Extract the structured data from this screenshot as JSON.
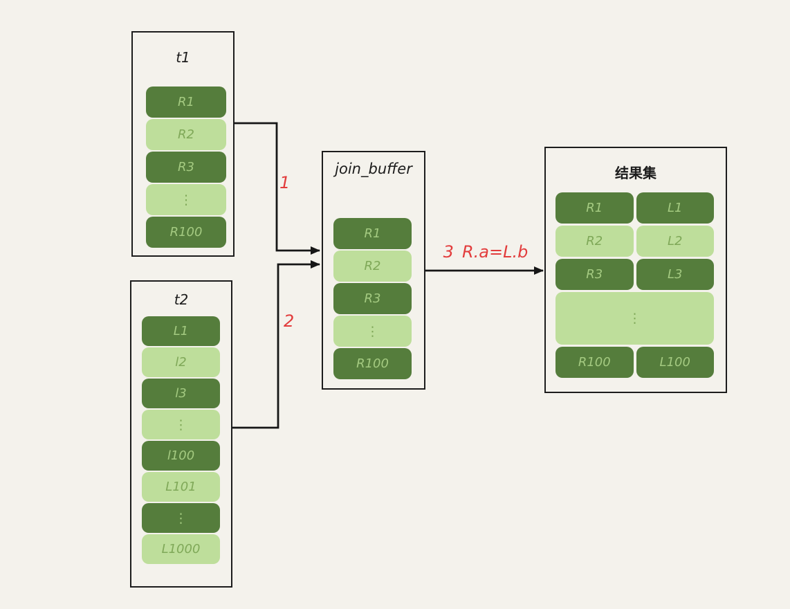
{
  "canvas": {
    "background": "#f4f2ec",
    "border_color": "#1c1c1c",
    "dark_green": "#557d3c",
    "light_green": "#bede9b",
    "accent_red": "#e23c3c"
  },
  "diagram": {
    "t1": {
      "title": "t1",
      "rows": [
        "R1",
        "R2",
        "R3",
        "⋮",
        "R100"
      ]
    },
    "t2": {
      "title": "t2",
      "rows": [
        "L1",
        "l2",
        "l3",
        "⋮",
        "l100",
        "L101",
        "⋮",
        "L1000"
      ]
    },
    "join_buffer": {
      "title": "join_buffer",
      "rows": [
        "R1",
        "R2",
        "R3",
        "⋮",
        "R100"
      ]
    },
    "result": {
      "title": "结果集",
      "rows": [
        [
          "R1",
          "L1"
        ],
        [
          "R2",
          "L2"
        ],
        [
          "R3",
          "L3"
        ],
        [
          "⋮"
        ],
        [
          "R100",
          "L100"
        ]
      ]
    },
    "arrows": [
      {
        "step": "1"
      },
      {
        "step": "2"
      },
      {
        "step": "3",
        "condition": "R.a=L.b"
      }
    ]
  }
}
